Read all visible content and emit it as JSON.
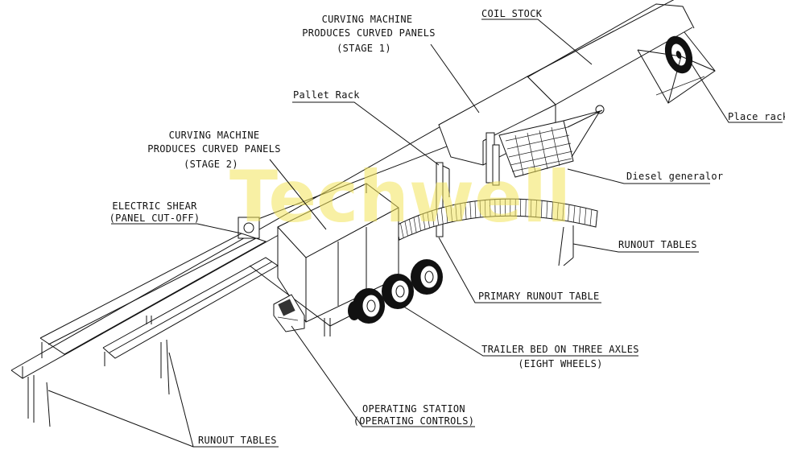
{
  "watermark": "Techwell",
  "labels": {
    "curving_stage1_l1": "CURVING MACHINE",
    "curving_stage1_l2": "PRODUCES CURVED PANELS",
    "curving_stage1_l3": "(STAGE 1)",
    "coil_stock": "COIL STOCK",
    "pallet_rack": "Pallet Rack",
    "place_rack": "Place rack",
    "curving_stage2_l1": "CURVING MACHINE",
    "curving_stage2_l2": "PRODUCES CURVED PANELS",
    "curving_stage2_l3": "(STAGE 2)",
    "diesel_generator": "Diesel generalor",
    "electric_shear_l1": "ELECTRIC SHEAR",
    "electric_shear_l2": "(PANEL CUT-OFF)",
    "runout_tables_right": "RUNOUT TABLES",
    "primary_runout_table": "PRIMARY RUNOUT TABLE",
    "trailer_bed_l1": "TRAILER BED ON THREE AXLES",
    "trailer_bed_l2": "(EIGHT WHEELS)",
    "operating_station_l1": "OPERATING STATION",
    "operating_station_l2": "(OPERATING CONTROLS)",
    "runout_tables_bottom": "RUNOUT TABLES"
  }
}
